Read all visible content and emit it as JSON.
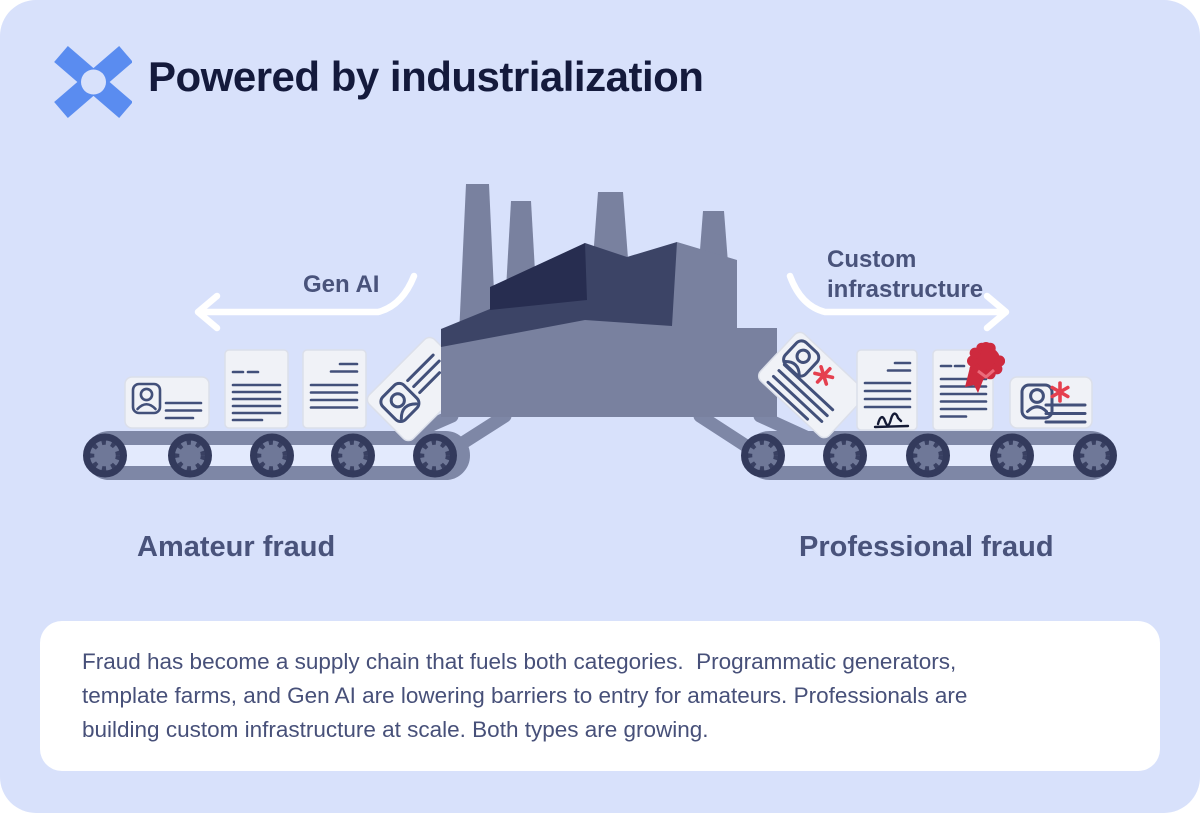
{
  "header": {
    "title": "Powered by industrialization"
  },
  "diagram": {
    "left_flow_label": "Gen AI",
    "right_flow_label": "Custom\ninfrastructure",
    "left_category": "Amateur fraud",
    "right_category": "Professional fraud",
    "icons": [
      "x-mark-brand-logo",
      "factory-icon",
      "conveyor-belt-icon",
      "id-card-icon",
      "document-icon",
      "signed-document-icon",
      "certified-document-rosette-icon",
      "red-asterisk-icon",
      "left-arrow-icon",
      "right-arrow-icon"
    ]
  },
  "caption": {
    "text": "Fraud has become a supply chain that fuels both categories.  Programmatic generators,\ntemplate farms, and Gen AI are lowering barriers to entry for amateurs. Professionals are\nbuilding custom infrastructure at scale. Both types are growing."
  },
  "colors": {
    "background": "#D8E1FB",
    "brand_blue": "#5A8CF0",
    "ink_dark": "#141A3C",
    "label_navy": "#49537B",
    "factory_light": "#79819F",
    "factory_mid": "#3C4466",
    "factory_dark": "#272D50",
    "belt_slate": "#7E87A6",
    "wheel_dark": "#333A5C",
    "doc_fill": "#F0F2F7",
    "doc_line": "#42507A",
    "badge_red": "#CE2A3E",
    "asterisk_red": "#E5404F",
    "panel_white": "#FFFFFF"
  }
}
